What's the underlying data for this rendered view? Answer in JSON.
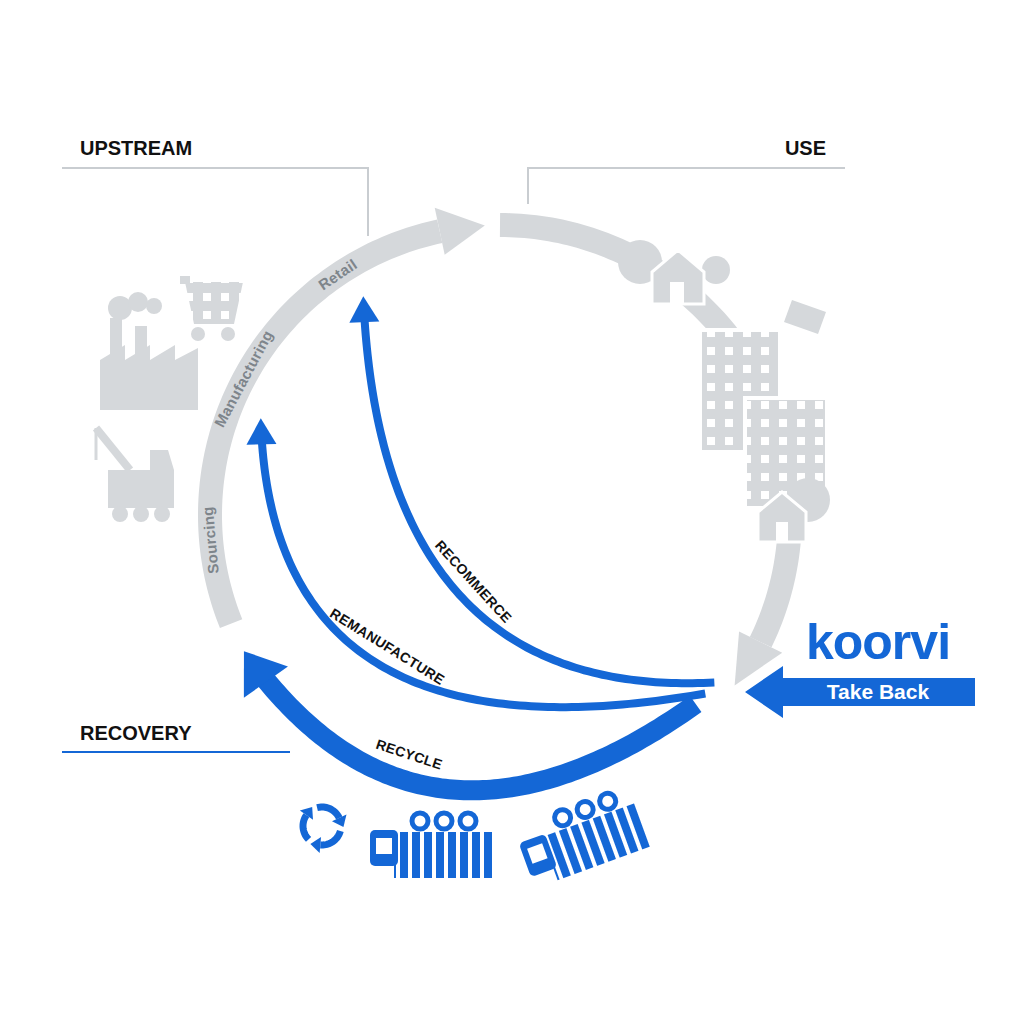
{
  "diagram": {
    "nodes": [
      {
        "text": [
          "koorvi",
          "Take Back"
        ]
      }
    ],
    "labels": [
      "UPSTREAM",
      "USE",
      "RECOVERY",
      "Retail",
      "Manufacturing",
      "Sourcing",
      "RECOMMERCE",
      "REMANUFACTURE",
      "RECYCLE"
    ]
  }
}
